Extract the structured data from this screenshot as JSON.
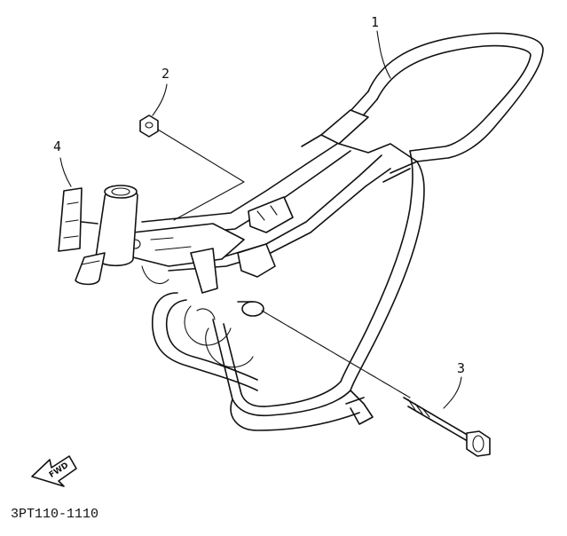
{
  "callouts": [
    {
      "id": "1",
      "label": "1"
    },
    {
      "id": "2",
      "label": "2"
    },
    {
      "id": "3",
      "label": "3"
    },
    {
      "id": "4",
      "label": "4"
    }
  ],
  "forward_arrow": {
    "label": "FWD"
  },
  "drawing_number": "3PT110-1110"
}
